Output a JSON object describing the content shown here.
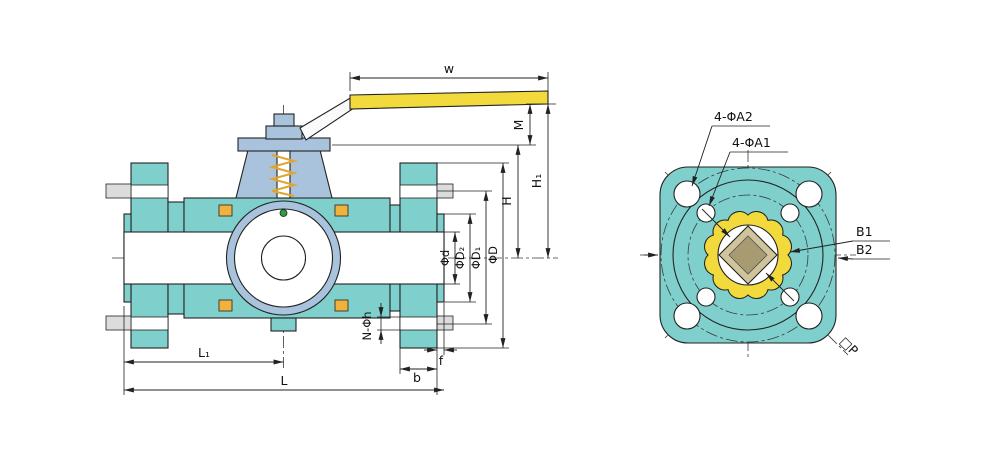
{
  "drawing": {
    "front_view": {
      "dims": {
        "w": "w",
        "M": "M",
        "H1": "H₁",
        "H": "H",
        "phi_d": "Φd",
        "phi_D2": "ΦD₂",
        "phi_D1": "ΦD₁",
        "phi_D": "ΦD",
        "N_phi_h": "N-Φh",
        "L1": "L₁",
        "L": "L",
        "b": "b",
        "f": "f"
      }
    },
    "end_view": {
      "dims": {
        "holes_outer": "4-ΦA2",
        "holes_inner": "4-ΦA1",
        "B1": "B1",
        "B2": "B2",
        "P": "□P"
      }
    },
    "colors": {
      "body": "#7fd0cd",
      "bonnet": "#a9c3dd",
      "handle": "#f2d93c",
      "seat": "#f0b23c",
      "stem_square": "#cfc49a",
      "stem_square_dark": "#a89b72",
      "line": "#222222"
    }
  }
}
